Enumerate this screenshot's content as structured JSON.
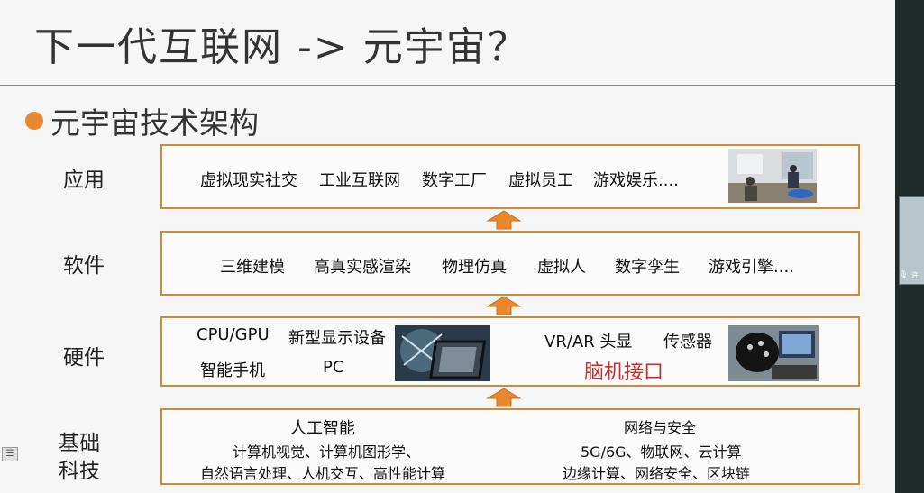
{
  "slide": {
    "title": "下一代互联网 -> 元宇宙？",
    "subtitle": "元宇宙技术架构",
    "layers": {
      "application": {
        "label": "应用",
        "items": [
          "虚拟现实社交",
          "工业互联网",
          "数字工厂",
          "虚拟员工",
          "游戏娱乐...."
        ]
      },
      "software": {
        "label": "软件",
        "items": [
          "三维建模",
          "高真实感渲染",
          "物理仿真",
          "虚拟人",
          "数字孪生",
          "游戏引擎...."
        ]
      },
      "hardware": {
        "label": "硬件",
        "items": [
          "CPU/GPU",
          "新型显示设备",
          "智能手机",
          "PC",
          "VR/AR 头显",
          "传感器"
        ],
        "highlight": "脑机接口",
        "highlight_color": "#c0312b"
      },
      "foundation": {
        "label_line1": "基础",
        "label_line2": "科技",
        "ai_title": "人工智能",
        "ai_line1": "计算机视觉、计算机图形学、",
        "ai_line2": "自然语言处理、人机交互、高性能计算",
        "net_title": "网络与安全",
        "net_line1": "5G/6G、物联网、云计算",
        "net_line2": "边缘计算、网络安全、区块链"
      }
    },
    "colors": {
      "accent": "#e8872d",
      "box_border": "#d08b3a",
      "arrow": "#e8872d"
    }
  },
  "meeting_panel": {
    "participant_name": "许"
  },
  "icons": {
    "arrow": "up-arrow-icon",
    "chat": "chat-icon",
    "mic": "mic-icon"
  }
}
